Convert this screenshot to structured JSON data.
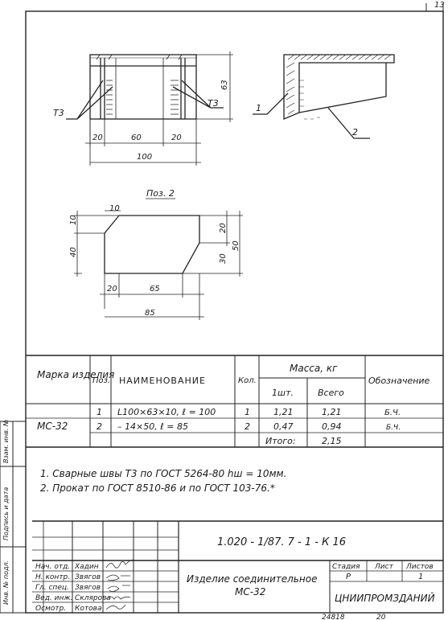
{
  "sheet_corner": "13",
  "drawing": {
    "weld_left": "Т3",
    "weld_right": "Т3",
    "dim_20a": "20",
    "dim_60": "60",
    "dim_20b": "20",
    "dim_100": "100",
    "dim_63": "63",
    "callout_1": "1",
    "callout_2": "2",
    "pos_label": "Поз. 2",
    "p2_10a": "10",
    "p2_10b": "10",
    "p2_40": "40",
    "p2_20r": "20",
    "p2_30": "30",
    "p2_50": "50",
    "p2_20b": "20",
    "p2_65": "65",
    "p2_85": "85"
  },
  "table": {
    "headers": {
      "mark": "Марка изделия",
      "pos": "Поз.",
      "name": "НАИМЕНОВАНИЕ",
      "qty": "Кол.",
      "mass": "Масса, кг",
      "mass_unit": "1шт.",
      "mass_total": "Всего",
      "designation": "Обозначение"
    },
    "mark_value": "МС-32",
    "rows": [
      {
        "pos": "1",
        "name": "L100×63×10,  ℓ = 100",
        "qty": "1",
        "unit": "1,21",
        "total": "1,21",
        "des": "Б.Ч."
      },
      {
        "pos": "2",
        "name": "– 14×50,     ℓ = 85",
        "qty": "2",
        "unit": "0,47",
        "total": "0,94",
        "des": "Б.Ч."
      }
    ],
    "itogo_label": "Итого:",
    "itogo_value": "2,15"
  },
  "notes": [
    "1. Сварные швы Т3 по ГОСТ 5264-80  hш = 10мм.",
    "2. Прокат  по  ГОСТ 8510-86  и  по  ГОСТ 103-76.*"
  ],
  "title_block": {
    "code": "1.020 - 1/87.  7 - 1 - К 16",
    "roles": [
      "Нач. отд.",
      "Н. контр.",
      "Гл. спец.",
      "Вед. инж.",
      "Осмотр."
    ],
    "names": [
      "Хадин",
      "Звягов",
      "Звягов",
      "Склярова",
      "Котова"
    ],
    "title_line1": "Изделие  соединительное",
    "title_line2": "МС-32",
    "stage_h": "Стадия",
    "sheet_h": "Лист",
    "sheets_h": "Листов",
    "stage_v": "Р",
    "sheets_v": "1",
    "org": "ЦНИИПРОМЗДАНИЙ"
  },
  "side_stamps": [
    "Инв. № подл.",
    "Подпись и дата",
    "Взам. инв. №"
  ],
  "footer": [
    "24818",
    "20"
  ]
}
